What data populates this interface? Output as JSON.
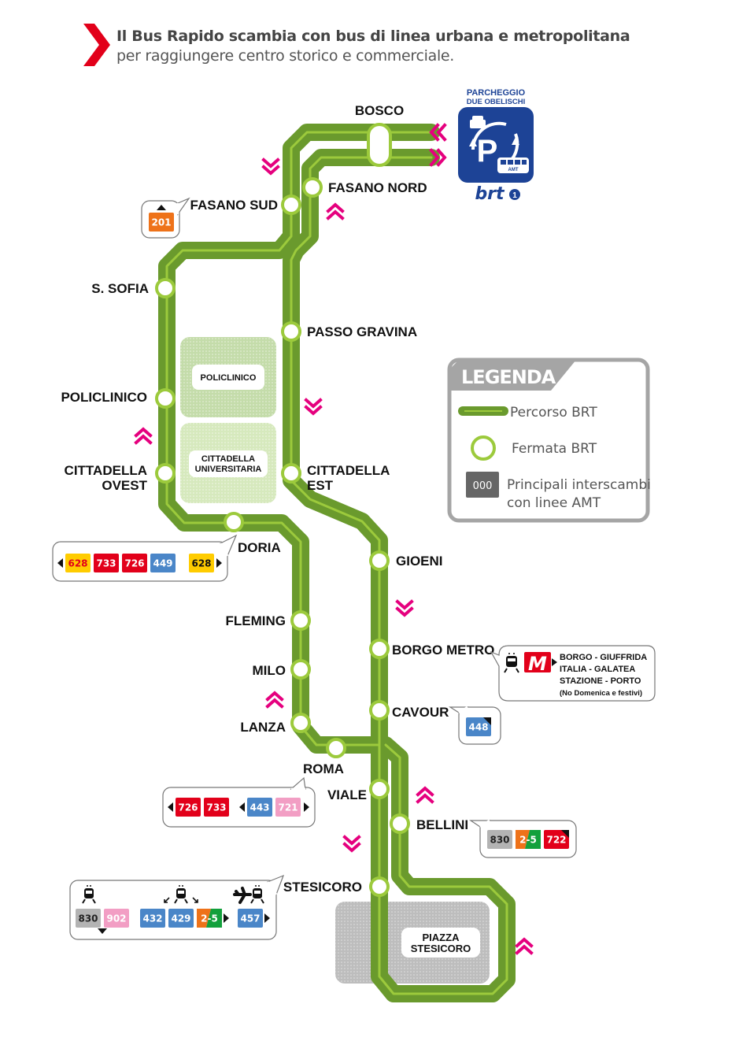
{
  "header": {
    "line1": "Il Bus Rapido scambia con bus di linea urbana e metropolitana",
    "line2": "per raggiungere centro storico e commerciale.",
    "accent_color": "#e2001a"
  },
  "parking": {
    "title1": "PARCHEGGIO",
    "title2": "DUE OBELISCHI",
    "symbol": "P",
    "bus_label": "AMT",
    "brand": "brt",
    "brand_number": "1",
    "color": "#1d4396"
  },
  "colors": {
    "route_dark": "#6a9a2d",
    "route_light": "#9cca3c",
    "direction_arrow": "#e5007e",
    "red": "#e2001a",
    "blue": "#4a86c8",
    "yellow": "#ffcc00",
    "pink": "#f29ec4",
    "gray": "#b3b3b3",
    "orange": "#ee7219",
    "green": "#12a03c"
  },
  "stops": {
    "bosco": "BOSCO",
    "fasano_nord": "FASANO NORD",
    "fasano_sud": "FASANO SUD",
    "s_sofia": "S. SOFIA",
    "passo_gravina": "PASSO GRAVINA",
    "policlinico": "POLICLINICO",
    "cittadella_ovest_1": "CITTADELLA",
    "cittadella_ovest_2": "OVEST",
    "cittadella_est_1": "CITTADELLA",
    "cittadella_est_2": "EST",
    "doria": "DORIA",
    "gioeni": "GIOENI",
    "fleming": "FLEMING",
    "milo": "MILO",
    "borgo_metro": "BORGO METRO",
    "lanza": "LANZA",
    "cavour": "CAVOUR",
    "roma": "ROMA",
    "viale": "VIALE",
    "bellini": "BELLINI",
    "stesicoro": "STESICORO"
  },
  "areas": {
    "policlinico": "POLICLINICO",
    "cittadella_1": "CITTADELLA",
    "cittadella_2": "UNIVERSITARIA",
    "piazza_1": "PIAZZA",
    "piazza_2": "STESICORO"
  },
  "interchanges": {
    "fasano_sud": [
      "201"
    ],
    "doria": [
      "628",
      "733",
      "726",
      "449",
      "628"
    ],
    "roma": [
      "726",
      "733",
      "443",
      "721"
    ],
    "cavour": [
      "448"
    ],
    "bellini": [
      "830",
      "2-5",
      "722"
    ],
    "stesicoro": [
      "830",
      "902",
      "432",
      "429",
      "2-5",
      "457"
    ]
  },
  "metro": {
    "logo": "M",
    "line1": "BORGO - GIUFFRIDA",
    "line2": "ITALIA - GALATEA",
    "line3": "STAZIONE - PORTO",
    "note": "(No Domenica e festivi)"
  },
  "legend": {
    "title": "LEGENDA",
    "route": "Percorso BRT",
    "stop": "Fermata BRT",
    "badge_sample": "000",
    "interchange_1": "Principali interscambi",
    "interchange_2": "con linee AMT"
  }
}
